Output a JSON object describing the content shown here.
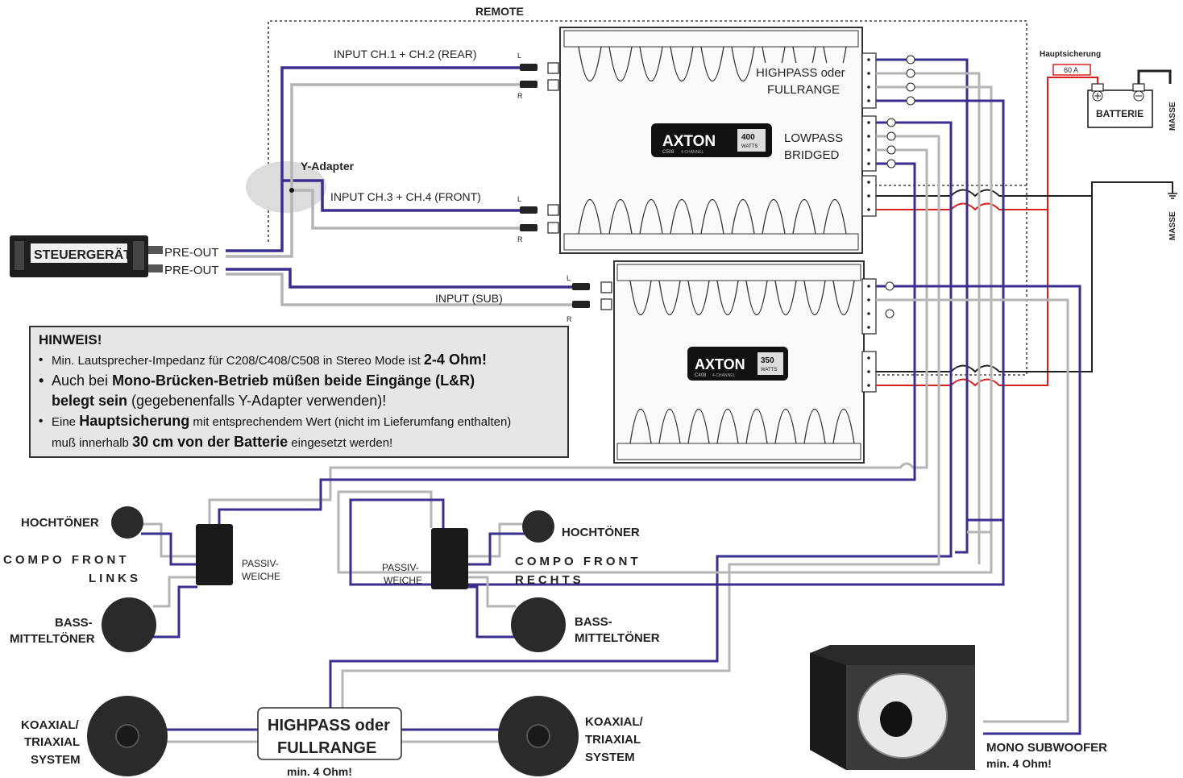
{
  "labels": {
    "remote": "REMOTE",
    "input_rear": "INPUT CH.1 + CH.2 (REAR)",
    "input_front": "INPUT CH.3 + CH.4 (FRONT)",
    "input_sub": "INPUT (SUB)",
    "y_adapter": "Y-Adapter",
    "head_unit": "STEUERGERÄT",
    "pre_out_1": "PRE-OUT",
    "pre_out_2": "PRE-OUT",
    "highpass_1": "HIGHPASS oder",
    "highpass_2": "FULLRANGE",
    "lowpass_1": "LOWPASS",
    "lowpass_2": "BRIDGED",
    "fuse_label": "Hauptsicherung",
    "fuse_value": "60 A",
    "battery": "BATTERIE",
    "masse_1": "MASSE",
    "masse_2": "MASSE",
    "ch_l": "L",
    "ch_r": "R"
  },
  "amp1": {
    "brand": "AXTON",
    "model": "C508",
    "power": "400",
    "power_unit": "WATTS",
    "sub": "4-CHANNEL"
  },
  "amp2": {
    "brand": "AXTON",
    "model": "C408",
    "power": "350",
    "power_unit": "WATTS",
    "sub": "4-CHANNEL"
  },
  "note": {
    "title": "HINWEIS!",
    "line1_a": "Min. Lautsprecher-Impedanz für C208/C408/C508 in Stereo Mode ist ",
    "line1_b": "2-4 Ohm!",
    "line2_a": "Auch bei ",
    "line2_b": "Mono-Brücken-Betrieb müßen beide Eingänge (L&R)",
    "line2_c": "belegt sein",
    "line2_d": " (gegebenenfalls Y-Adapter verwenden)!",
    "line3_a": "Eine ",
    "line3_b": "Hauptsicherung",
    "line3_c": " mit entsprechendem Wert (nicht im Lieferumfang enthalten)",
    "line3_d": "muß innerhalb ",
    "line3_e": "30 cm von der Batterie",
    "line3_f": " eingesetzt werden!"
  },
  "speakers": {
    "tweeter_left": "HOCHTÖNER",
    "compo_left_1": "COMPO FRONT",
    "compo_left_2": "LINKS",
    "mid_left_1": "BASS-",
    "mid_left_2": "MITTELTÖNER",
    "crossover_left_1": "PASSIV-",
    "crossover_left_2": "WEICHE",
    "crossover_right_1": "PASSIV-",
    "crossover_right_2": "WEICHE",
    "tweeter_right": "HOCHTÖNER",
    "compo_right_1": "COMPO FRONT",
    "compo_right_2": "RECHTS",
    "mid_right_1": "BASS-",
    "mid_right_2": "MITTELTÖNER",
    "coax_left_1": "KOAXIAL/",
    "coax_left_2": "TRIAXIAL",
    "coax_left_3": "SYSTEM",
    "coax_right_1": "KOAXIAL/",
    "coax_right_2": "TRIAXIAL",
    "coax_right_3": "SYSTEM",
    "rear_box_1": "HIGHPASS oder",
    "rear_box_2": "FULLRANGE",
    "rear_min": "min. 4 Ohm!",
    "sub_1": "MONO SUBWOOFER",
    "sub_2": "min. 4 Ohm!"
  },
  "colors": {
    "signal": "#3a2f8f",
    "ground_wire": "#b5b5b5",
    "power": "#d62020",
    "ground": "#222222"
  }
}
